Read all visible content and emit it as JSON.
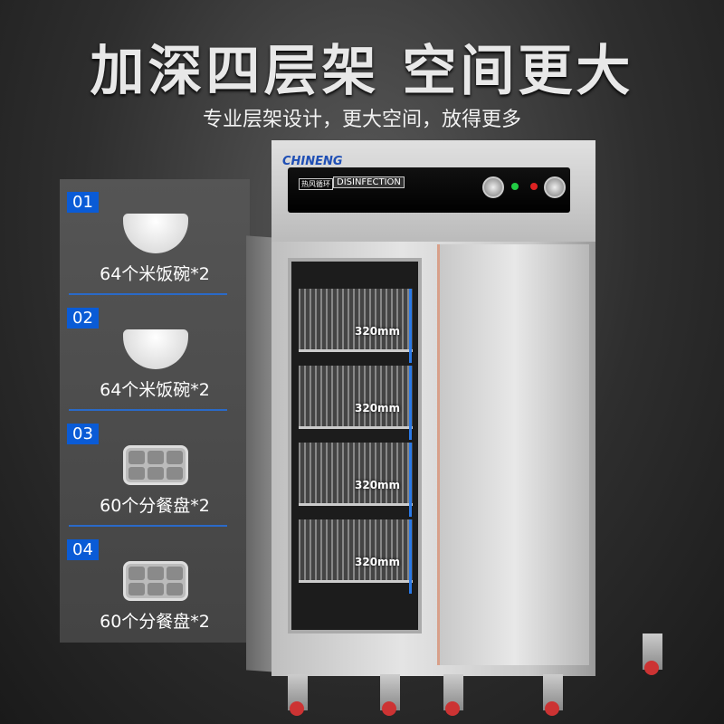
{
  "header": {
    "title": "加深四层架 空间更大",
    "subtitle": "专业层架设计，更大空间，放得更多"
  },
  "items": [
    {
      "num": "01",
      "label": "64个米饭碗*2",
      "icon": "bowl-icon"
    },
    {
      "num": "02",
      "label": "64个米饭碗*2",
      "icon": "bowl-icon"
    },
    {
      "num": "03",
      "label": "60个分餐盘*2",
      "icon": "tray-icon"
    },
    {
      "num": "04",
      "label": "60个分餐盘*2",
      "icon": "tray-icon"
    }
  ],
  "cabinet": {
    "brand": "CHINENG",
    "badge": "热风循环",
    "model": "DISINFECTION",
    "shelves": [
      "320mm",
      "320mm",
      "320mm",
      "320mm"
    ]
  },
  "colors": {
    "accent": "#0a5bd6"
  }
}
